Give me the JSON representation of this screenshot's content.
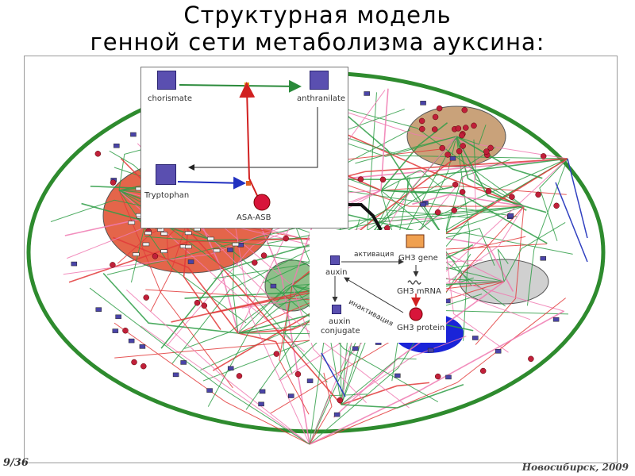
{
  "slide": {
    "title_line1": "Структурная модель",
    "title_line2": "генной сети метаболизма ауксина:",
    "page_number": "9/36",
    "footer": "Новосибирск, 2009"
  },
  "inset_pathway": {
    "nodes": {
      "chorismate": "chorismate",
      "anthranilate": "anthranilate",
      "tryptophan": "Tryptophan",
      "asa_asb": "ASA-ASB"
    }
  },
  "inset_gh3": {
    "nodes": {
      "auxin": "auxin",
      "auxin_conjugate_line1": "auxin",
      "auxin_conjugate_line2": "conjugate",
      "gh3_gene": "GH3 gene",
      "gh3_mrna": "GH3 mRNA",
      "gh3_protein": "GH3 protein"
    },
    "edges": {
      "activation": "активация",
      "inactivation": "инактивация"
    }
  },
  "colors": {
    "cell_outline": "#2e8b2e",
    "nucleus_region": "#e4654a",
    "brown_region": "#c9a27a",
    "grey_region": "#d0d0d0",
    "green_region": "#8fbf8a",
    "blue_region": "#1a24d8",
    "activation_edge": "#e23a3a",
    "regulation_edge": "#2f9e47",
    "secondary_edge": "#f07ab2",
    "node_gene": "#c0203a",
    "node_substance": "#4a44a8"
  }
}
